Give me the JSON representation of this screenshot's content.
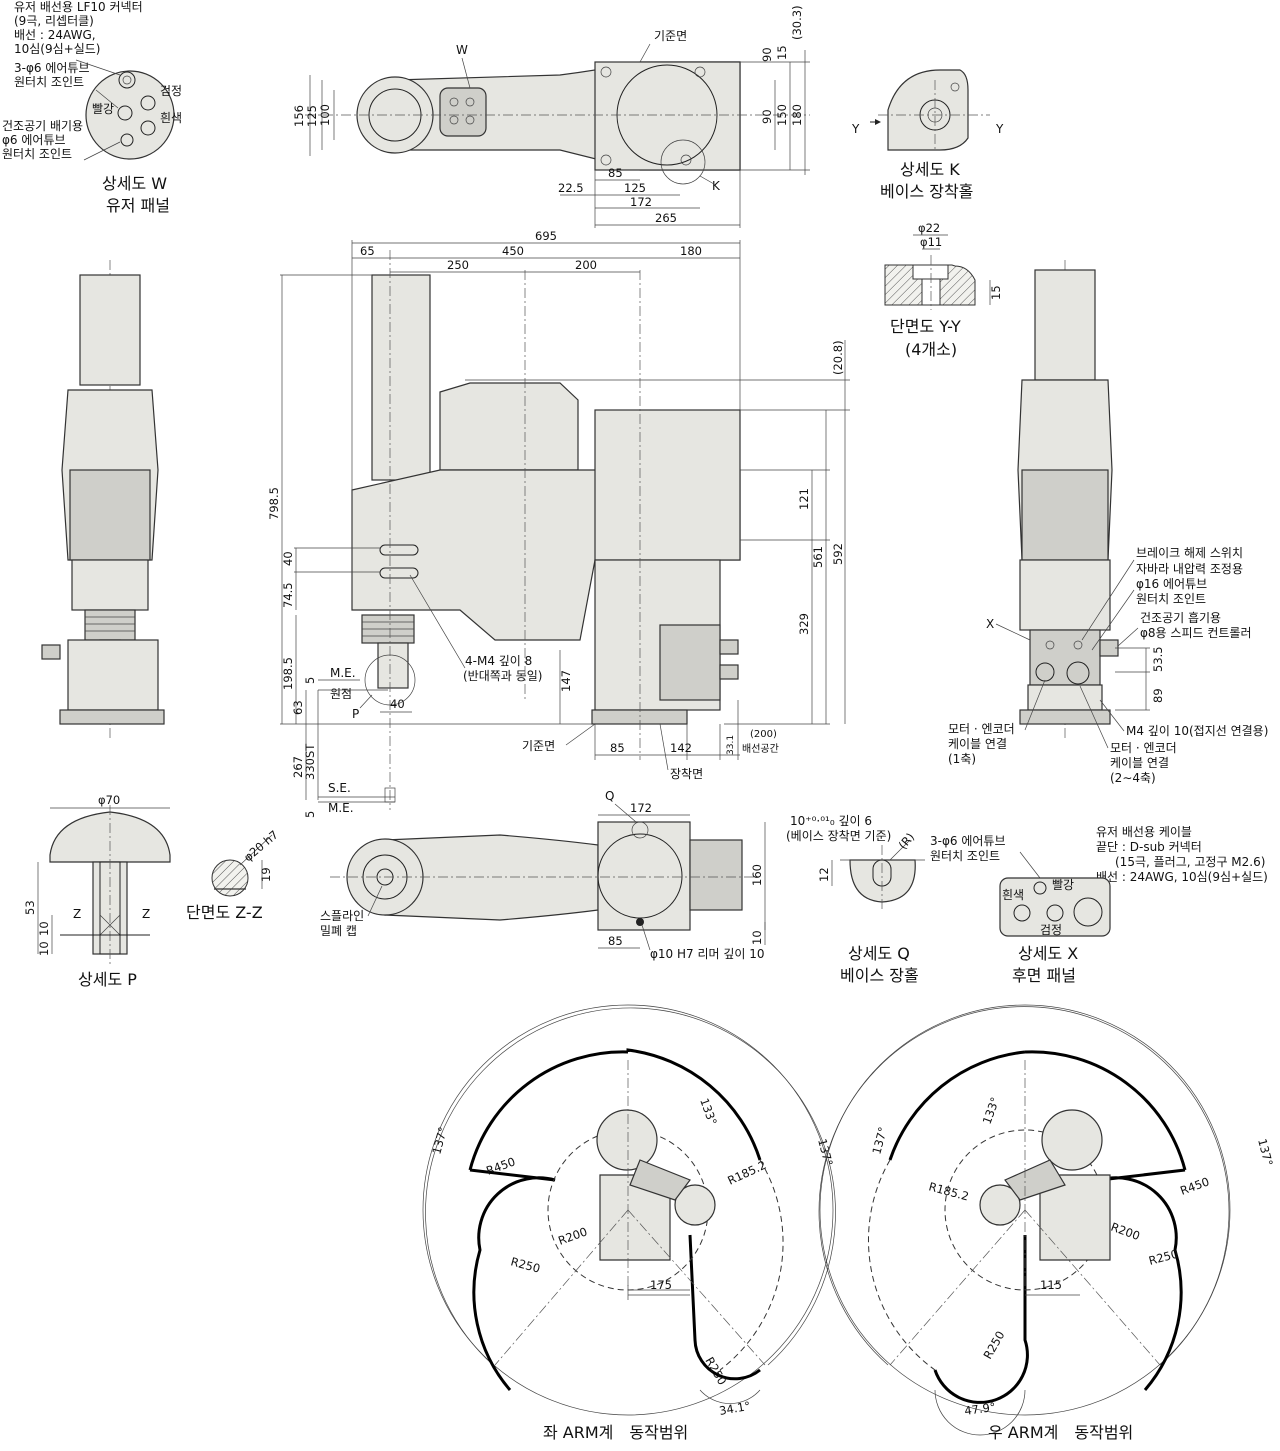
{
  "detail_W": {
    "caption_1": "상세도 W",
    "caption_2": "유저 패널",
    "notes": [
      "유저 배선용 LF10 커넥터",
      "(9극, 리셉터클)",
      "배선 : 24AWG,",
      "10심(9심+실드)"
    ],
    "tube_note_1": "3-φ6 에어튜브",
    "tube_note_2": "원터치 조인트",
    "exhaust_1": "건조공기 배기용",
    "exhaust_2": "φ6 에어튜브",
    "exhaust_3": "원터치 조인트",
    "color_black": "검정",
    "color_red": "빨강",
    "color_white": "흰색"
  },
  "top_view": {
    "label_W": "W",
    "label_K": "K",
    "ref_plane": "기준면",
    "dims": {
      "d156": "156",
      "d125": "125",
      "d100": "100",
      "d90": "90",
      "d150": "150",
      "d180": "180",
      "d30_3": "(30.3)",
      "d90b": "90",
      "d15": "15",
      "d85": "85",
      "d22_5": "22.5",
      "d125b": "125",
      "d172": "172",
      "d265": "265"
    }
  },
  "detail_K": {
    "caption_1": "상세도 K",
    "caption_2": "베이스 장착홀",
    "y_label": "Y"
  },
  "section_YY": {
    "caption_1": "단면도 Y-Y",
    "caption_2": "(4개소)",
    "d22": "φ22",
    "d11": "φ11",
    "d15": "15"
  },
  "side_view": {
    "dims_top": {
      "d695": "695",
      "d65": "65",
      "d450": "450",
      "d180": "180",
      "d250": "250",
      "d200": "200"
    },
    "dims_left": {
      "d798_5": "798.5",
      "d40": "40",
      "d74_5": "74.5",
      "d198_5": "198.5",
      "d63": "63",
      "d267": "267",
      "d330st": "330ST",
      "d5a": "5",
      "d5b": "5",
      "d40b": "40"
    },
    "dims_right": {
      "d20_8": "(20.8)",
      "d121": "121",
      "d561": "561",
      "d592": "592",
      "d329": "329",
      "d147": "147",
      "d200p": "(200)",
      "d33_1": "33.1",
      "cable_space": "배선공간",
      "d85": "85",
      "d142": "142"
    },
    "me_1": "M.E.",
    "origin": "원점",
    "se": "S.E.",
    "me_2": "M.E.",
    "label_P": "P",
    "m4_note_1": "4-M4 깊이 8",
    "m4_note_2": "(반대쪽과 동일)",
    "ref_plane": "기준면",
    "mount_plane": "장착면"
  },
  "rear_view": {
    "label_X": "X",
    "notes": [
      "브레이크 해제 스위치",
      "자바라 내압력 조정용",
      "φ16 에어튜브",
      "원터치 조인트",
      "건조공기 흡기용",
      "φ8용 스피드 컨트롤러"
    ],
    "d53_5": "53.5",
    "d89": "89",
    "motor1_1": "모터 · 엔코더",
    "motor1_2": "케이블 연결",
    "motor1_3": "(1축)",
    "m4_note": "M4 깊이 10(접지선 연결용)",
    "motor2_1": "모터 · 엔코더",
    "motor2_2": "케이블 연결",
    "motor2_3": "(2∼4축)"
  },
  "detail_P": {
    "caption": "상세도 P",
    "d70": "φ70",
    "d53": "53",
    "d10a": "10",
    "d10b": "10",
    "z": "Z"
  },
  "section_ZZ": {
    "caption": "단면도 Z-Z",
    "d20": "φ20 h7",
    "d19": "19"
  },
  "bottom_view": {
    "label_Q": "Q",
    "d172": "172",
    "d160": "160",
    "d85": "85",
    "d10": "10",
    "spline_1": "스플라인",
    "spline_2": "밀폐 캡",
    "reamer": "φ10 H7 리머 깊이 10"
  },
  "detail_Q": {
    "note_1": "10⁺⁰·⁰¹₀ 깊이 6",
    "note_2": "(베이스 장착면 기준)",
    "r_label": "(R)",
    "d12": "12",
    "caption_1": "상세도 Q",
    "caption_2": "베이스 장홀"
  },
  "detail_X": {
    "tube_1": "3-φ6 에어튜브",
    "tube_2": "원터치 조인트",
    "cable_notes": [
      "유저 배선용 케이블",
      "끝단 : D-sub 커넥터",
      "(15극, 플러그, 고정구 M2.6)",
      "배선 : 24AWG, 10심(9심+실드)"
    ],
    "white": "흰색",
    "red": "빨강",
    "black": "검정",
    "caption_1": "상세도 X",
    "caption_2": "후면 패널"
  },
  "left_range": {
    "caption": "좌 ARM계　동작범위",
    "a137l": "137°",
    "a137r": "137°",
    "a133": "133°",
    "r450": "R450",
    "r185": "R185.2",
    "r200": "R200",
    "r250": "R250",
    "r250b": "R250",
    "d175": "175",
    "a34": "34.1°"
  },
  "right_range": {
    "caption": "우 ARM계　동작범위",
    "a137l": "137°",
    "a137r": "137°",
    "a133": "133°",
    "r185": "R185.2",
    "r450": "R450",
    "r200": "R200",
    "r250": "R250",
    "r250b": "R250",
    "d115": "115",
    "a47": "47.9°"
  }
}
